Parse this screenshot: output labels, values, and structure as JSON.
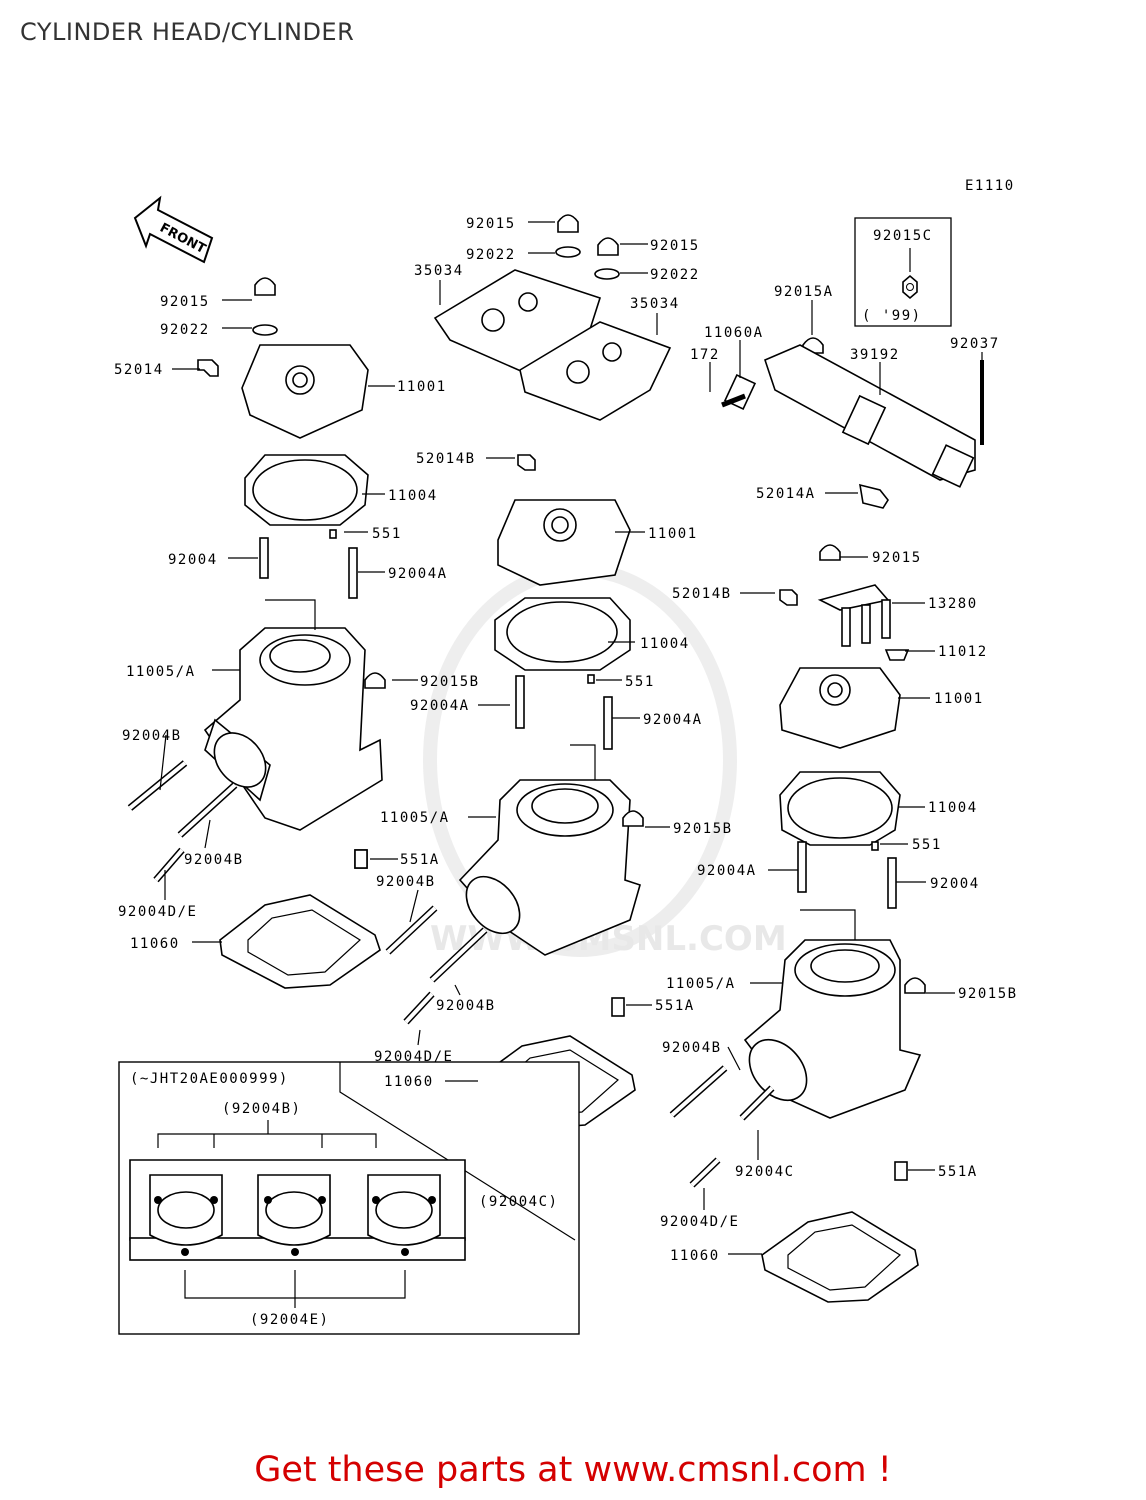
{
  "title": "CYLINDER HEAD/CYLINDER",
  "diagram_code": "E1110",
  "front_label": "FRONT",
  "watermark": "WWW.CMSNL.COM",
  "footer": "Get these parts at www.cmsnl.com !",
  "variant_box": {
    "label": "92015C",
    "year": "( '99)"
  },
  "inset": {
    "title": "(~JHT20AE000999)",
    "top_label": "(92004B)",
    "side_label": "(92004C)",
    "bottom_label": "(92004E)"
  },
  "labels": {
    "l01": "92015",
    "l02": "92022",
    "l03": "52014",
    "l04": "11001",
    "l05": "11004",
    "l06": "551",
    "l07": "92004",
    "l08": "92004A",
    "l09": "11005/A",
    "l10": "92015B",
    "l11": "92004B",
    "l12": "92004B",
    "l13": "92004D/E",
    "l14": "11060",
    "l15": "92015",
    "l16": "92022",
    "l17": "92015",
    "l18": "92022",
    "l19": "35034",
    "l20": "35034",
    "l21": "52014B",
    "l22": "11001",
    "l23": "11004",
    "l24": "551",
    "l25": "92004A",
    "l26": "92004A",
    "l27": "11005/A",
    "l28": "92015B",
    "l29": "551A",
    "l30": "92004B",
    "l31": "92004B",
    "l32": "551A",
    "l33": "92004D/E",
    "l34": "11060",
    "l35": "92015A",
    "l36": "11060A",
    "l37": "172",
    "l38": "39192",
    "l39": "92037",
    "l40": "52014A",
    "l41": "92015",
    "l42": "52014B",
    "l43": "13280",
    "l44": "11012",
    "l45": "11001",
    "l46": "11004",
    "l47": "551",
    "l48": "92004A",
    "l49": "92004",
    "l50": "11005/A",
    "l51": "92015B",
    "l52": "92004B",
    "l53": "92004C",
    "l54": "551A",
    "l55": "92004D/E",
    "l56": "11060"
  }
}
